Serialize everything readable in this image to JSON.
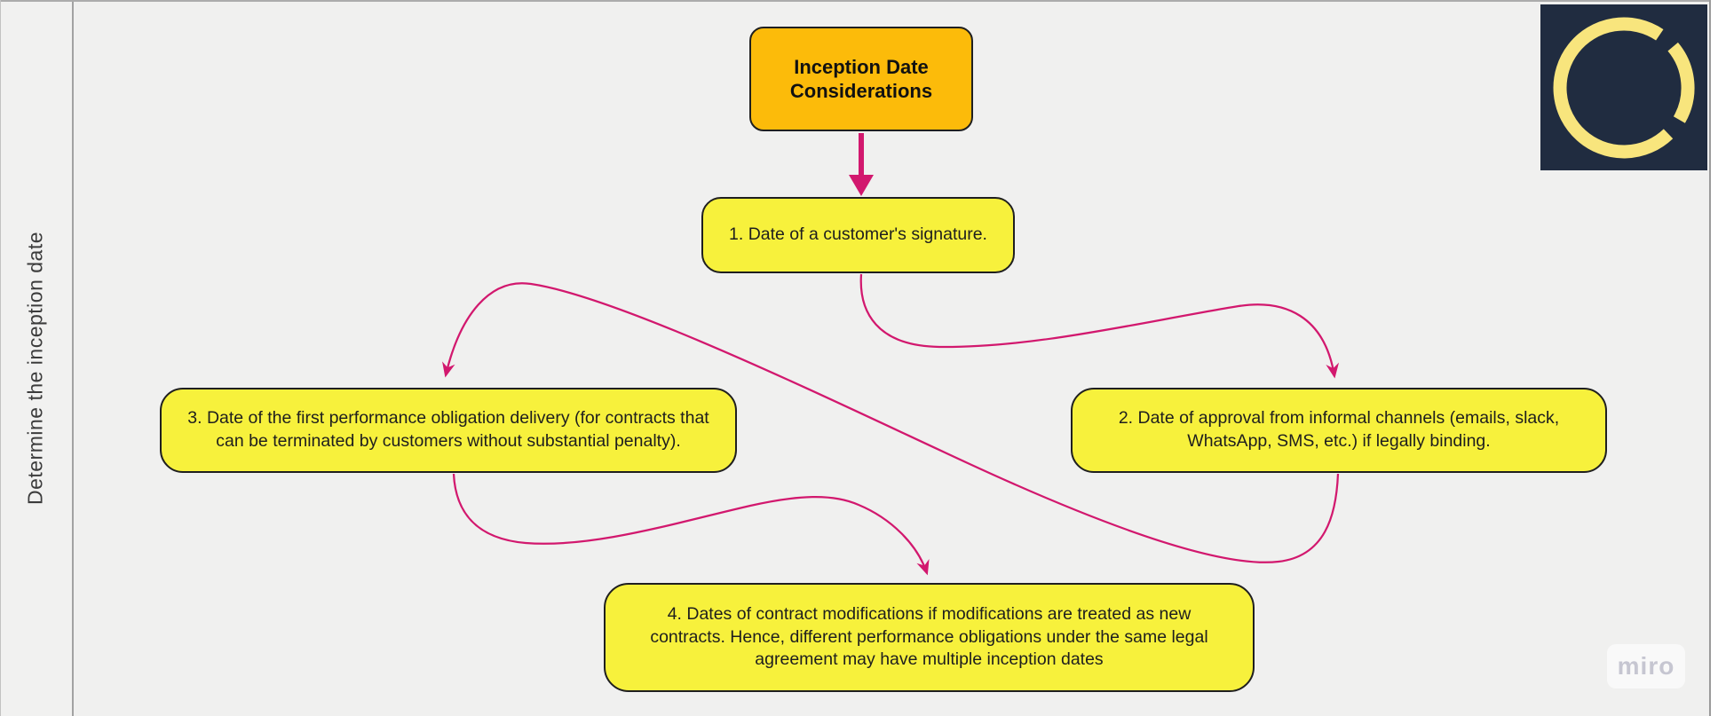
{
  "frame": {
    "label": "Determine the inception date"
  },
  "diagram": {
    "title_node": {
      "label": "Inception Date Considerations"
    },
    "nodes": [
      {
        "id": "1",
        "label": "1. Date of a customer's signature."
      },
      {
        "id": "2",
        "label": "2. Date of approval from informal channels (emails, slack, WhatsApp, SMS, etc.) if legally binding."
      },
      {
        "id": "3",
        "label": "3. Date of the first performance obligation delivery (for contracts that can be terminated by customers without substantial penalty)."
      },
      {
        "id": "4",
        "label": "4. Dates of contract modifications if modifications are treated as new contracts. Hence, different performance obligations under the same legal agreement may have multiple inception dates"
      }
    ],
    "connections": [
      {
        "from": "title",
        "to": "1"
      },
      {
        "from": "1",
        "to": "2"
      },
      {
        "from": "2",
        "to": "3"
      },
      {
        "from": "3",
        "to": "4"
      }
    ]
  },
  "watermark": {
    "label": "miro"
  },
  "colors": {
    "canvas_bg": "#f0f0ef",
    "title_node_bg": "#fcbb0a",
    "node_bg": "#f7f13c",
    "node_border": "#1f1f1f",
    "connector": "#d2186e",
    "logo_bg": "#202c40",
    "logo_arc": "#f8e57d",
    "watermark_text": "#c6c6d1"
  }
}
